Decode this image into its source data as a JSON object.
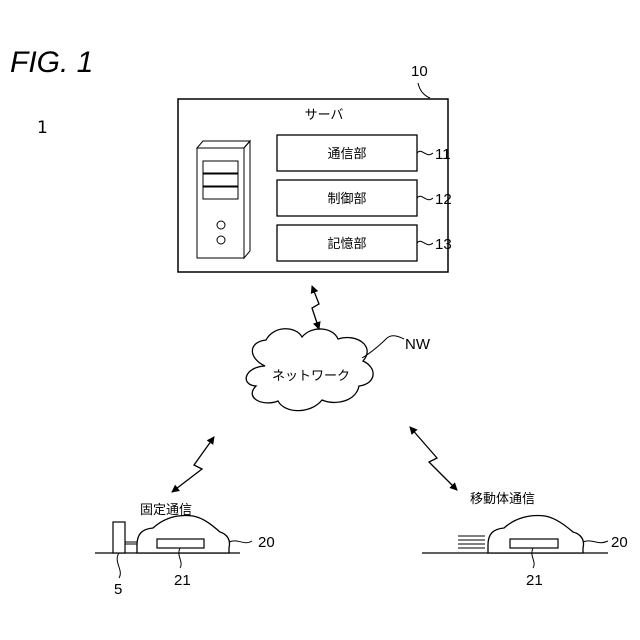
{
  "figure": {
    "title": "FIG. 1",
    "system_ref": "1"
  },
  "server": {
    "ref": "10",
    "title": "サーバ",
    "units": [
      {
        "label": "通信部",
        "ref": "11"
      },
      {
        "label": "制御部",
        "ref": "12"
      },
      {
        "label": "記憶部",
        "ref": "13"
      }
    ]
  },
  "network": {
    "label": "ネットワーク",
    "ref": "NW"
  },
  "fixed_comm": {
    "label": "固定通信",
    "car_ref": "20",
    "device_ref": "21",
    "charger_ref": "5"
  },
  "mobile_comm": {
    "label": "移動体通信",
    "car_ref": "20",
    "device_ref": "21"
  },
  "icons": [
    "server-tower-icon",
    "cloud-icon",
    "car-icon",
    "charger-icon",
    "lightning-arrow-icon"
  ]
}
